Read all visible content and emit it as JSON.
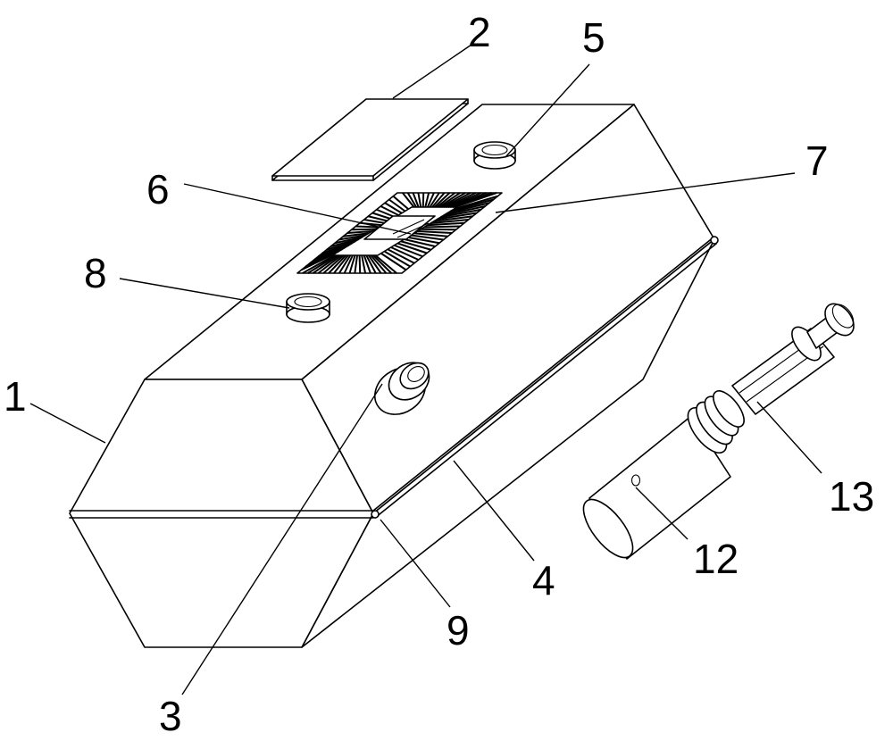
{
  "labels": {
    "l1": "1",
    "l2": "2",
    "l3": "3",
    "l4": "4",
    "l5": "5",
    "l6": "6",
    "l7": "7",
    "l8": "8",
    "l9": "9",
    "l12": "12",
    "l13": "13"
  },
  "colors": {
    "line": "#000000",
    "background": "#ffffff"
  }
}
